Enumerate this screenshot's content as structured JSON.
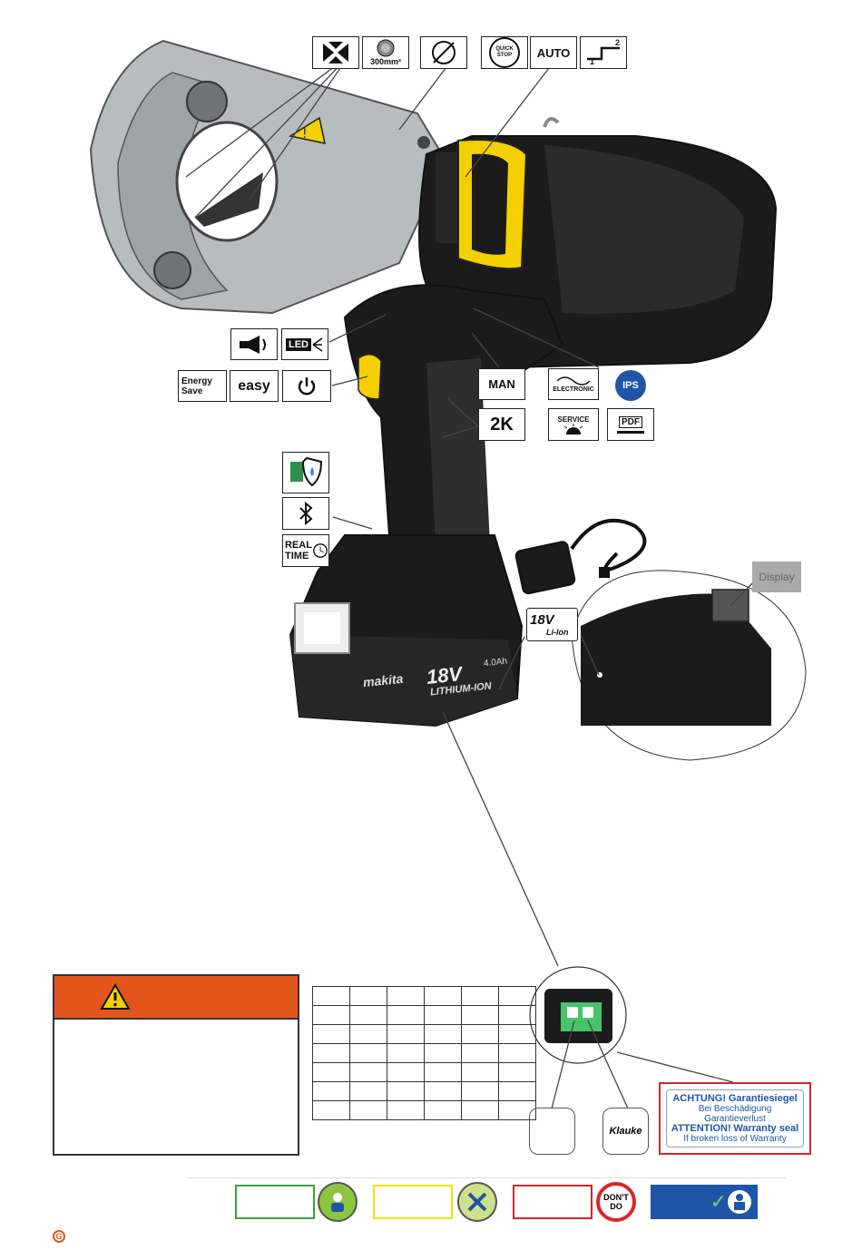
{
  "top_icons": {
    "crimp_area": "300mm²",
    "quick_stop": "QUICK STOP",
    "auto": "AUTO",
    "step_1": "1",
    "step_2": "2"
  },
  "left_icons": {
    "led": "LED",
    "energy_save_line1": "Energy",
    "energy_save_line2": "Save",
    "easy": "easy"
  },
  "right_icons": {
    "man": "MAN",
    "electronic": "ELECTRONIC",
    "ips": "IPS",
    "two_k": "2K",
    "service": "SERVICE",
    "pdf": "PDF"
  },
  "mid_icons": {
    "real_time_line1": "REAL",
    "real_time_line2": "TIME"
  },
  "battery": {
    "brand": "makita",
    "voltage": "18V",
    "capacity": "4.0Ah",
    "chemistry": "LITHIUM-ION",
    "badge_voltage": "18V",
    "badge_chem": "Li-Ion"
  },
  "display_tag": "Display",
  "seal": {
    "line1a": "ACHTUNG!",
    "line1b": "Garantiesiegel",
    "line2a": "Bei Beschädigung",
    "line2b": "Garantieverlust",
    "line3a": "ATTENTION!",
    "line3b": "Warranty seal",
    "line4": "If broken loss of Warranty"
  },
  "klauke_logo": "Klauke",
  "dont_do": "DON'T DO",
  "colors": {
    "warning_orange": "#e2561b",
    "legend_green": "#3aa33a",
    "legend_yellow": "#f2e200",
    "legend_red": "#d7262b",
    "legend_blue": "#1f55a6",
    "tool_yellow": "#f5d000",
    "tool_black": "#1b1b1b",
    "tool_grey": "#b7bcbf"
  },
  "footer_mark": "G"
}
